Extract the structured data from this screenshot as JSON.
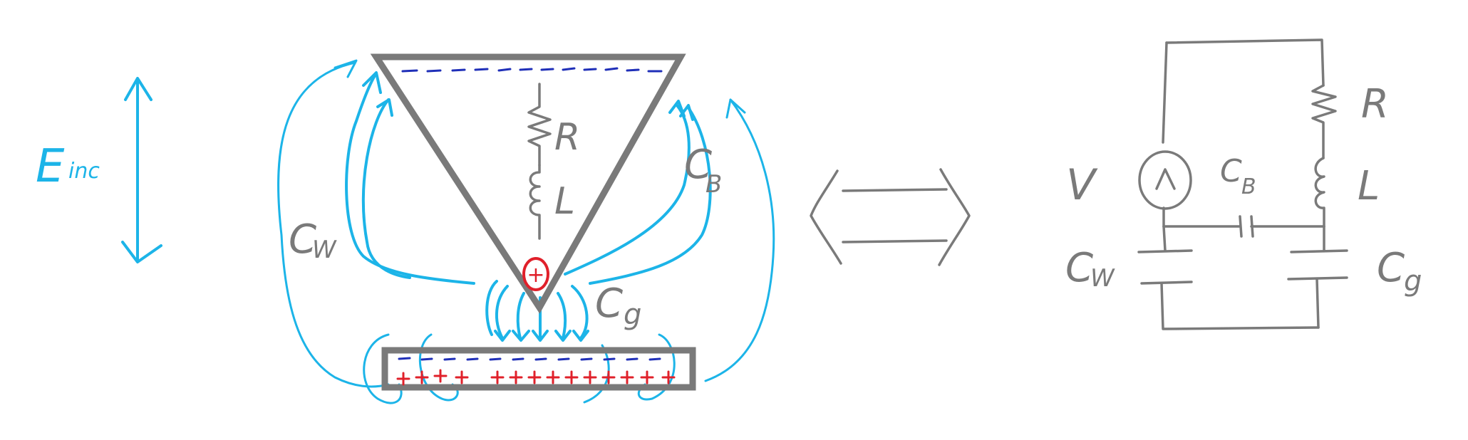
{
  "colors": {
    "field": "#1cb4e8",
    "structure": "#7a7a7a",
    "negative_charge": "#1f2fb8",
    "positive_charge": "#e0202a",
    "background": "#ffffff"
  },
  "left_panel": {
    "incident_field_label": "E",
    "incident_field_subscript": "inc",
    "wire_capacitance_label": "C",
    "wire_capacitance_subscript": "W",
    "bridge_capacitance_label": "C",
    "bridge_capacitance_subscript": "B",
    "gap_capacitance_label": "C",
    "gap_capacitance_subscript": "g",
    "resistor_label": "R",
    "inductor_label": "L",
    "tip_charge_symbol": "+",
    "negative_charge_symbol": "−",
    "positive_charge_symbol": "+"
  },
  "equivalence_arrow": "double-arrow-icon",
  "circuit": {
    "source_label": "V",
    "resistor_label": "R",
    "inductor_label": "L",
    "bridge_capacitance_label": "C",
    "bridge_capacitance_subscript": "B",
    "wire_capacitance_label": "C",
    "wire_capacitance_subscript": "W",
    "gap_capacitance_label": "C",
    "gap_capacitance_subscript": "g"
  }
}
